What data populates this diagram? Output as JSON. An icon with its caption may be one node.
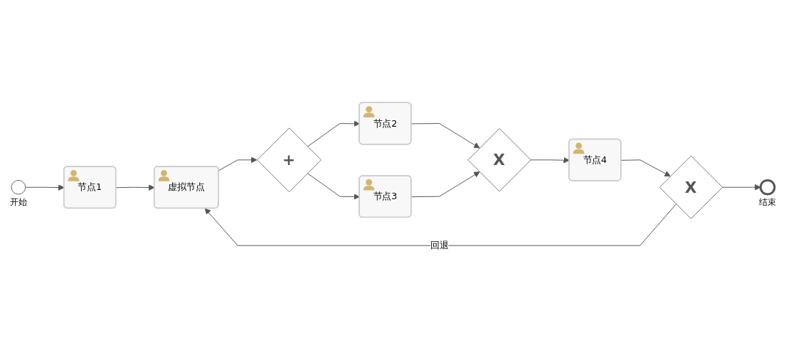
{
  "diagram": {
    "nodes": [
      {
        "text": [],
        "shape": "circle",
        "beside": [
          "开始"
        ]
      },
      {
        "text": [
          "节点1"
        ]
      },
      {
        "text": [
          "虚拟节点"
        ]
      },
      {
        "text": [
          "+"
        ]
      },
      {
        "text": [
          "节点2"
        ]
      },
      {
        "text": [
          "节点3"
        ]
      },
      {
        "text": [
          "X"
        ]
      },
      {
        "text": [
          "节点4"
        ]
      },
      {
        "text": [
          "X"
        ]
      },
      {
        "text": [],
        "shape": "circle",
        "beside": [
          "结束"
        ]
      }
    ],
    "edges": [
      {
        "from": 0,
        "to": 1,
        "arrow": "to"
      },
      {
        "from": 1,
        "to": 2,
        "arrow": "to"
      },
      {
        "from": 2,
        "to": 3,
        "arrow": "to"
      },
      {
        "from": 3,
        "to": 4,
        "arrow": "to"
      },
      {
        "from": 3,
        "to": 5,
        "arrow": "to"
      },
      {
        "from": 4,
        "to": 6,
        "arrow": "to"
      },
      {
        "from": 5,
        "to": 6,
        "arrow": "to"
      },
      {
        "from": 6,
        "to": 7,
        "arrow": "to"
      },
      {
        "from": 7,
        "to": 8,
        "arrow": "to"
      },
      {
        "from": 8,
        "to": 9,
        "arrow": "to"
      },
      {
        "from": 8,
        "to": 2,
        "arrow": "to",
        "label": "回退"
      }
    ]
  }
}
